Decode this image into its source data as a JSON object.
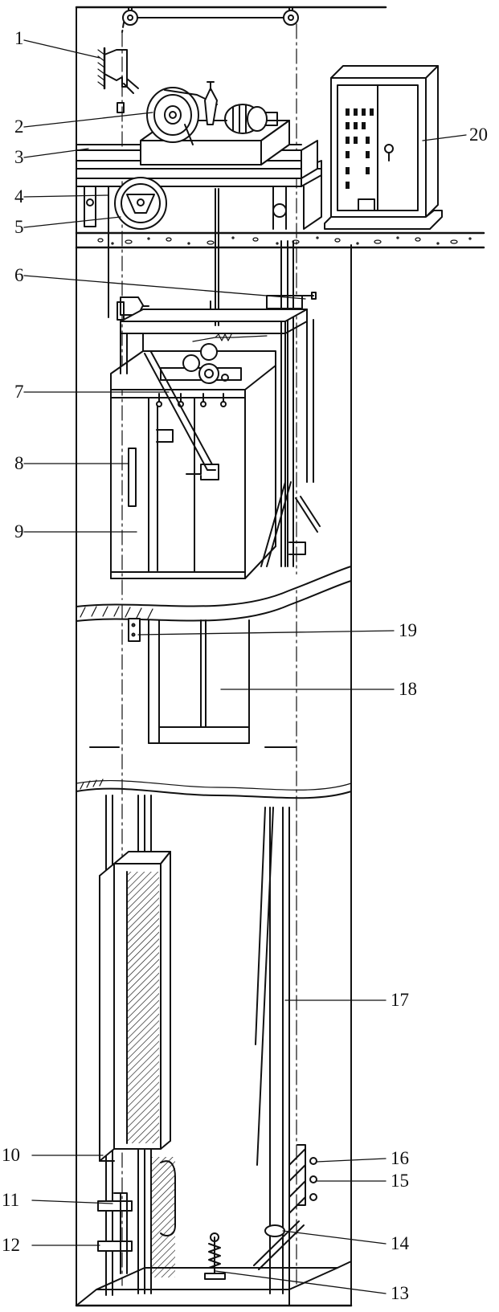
{
  "diagram": {
    "subject": "elevator installation",
    "stroke_color": "#111111",
    "fill_color": "#ffffff",
    "callouts": [
      {
        "id": "c1",
        "text": "1"
      },
      {
        "id": "c2",
        "text": "2"
      },
      {
        "id": "c3",
        "text": "3"
      },
      {
        "id": "c4",
        "text": "4"
      },
      {
        "id": "c5",
        "text": "5"
      },
      {
        "id": "c6",
        "text": "6"
      },
      {
        "id": "c7",
        "text": "7"
      },
      {
        "id": "c8",
        "text": "8"
      },
      {
        "id": "c9",
        "text": "9"
      },
      {
        "id": "c10",
        "text": "10"
      },
      {
        "id": "c11",
        "text": "11"
      },
      {
        "id": "c12",
        "text": "12"
      },
      {
        "id": "c13",
        "text": "13"
      },
      {
        "id": "c14",
        "text": "14"
      },
      {
        "id": "c15",
        "text": "15"
      },
      {
        "id": "c16",
        "text": "16"
      },
      {
        "id": "c17",
        "text": "17"
      },
      {
        "id": "c18",
        "text": "18"
      },
      {
        "id": "c19",
        "text": "19"
      },
      {
        "id": "c20",
        "text": "20"
      }
    ]
  }
}
